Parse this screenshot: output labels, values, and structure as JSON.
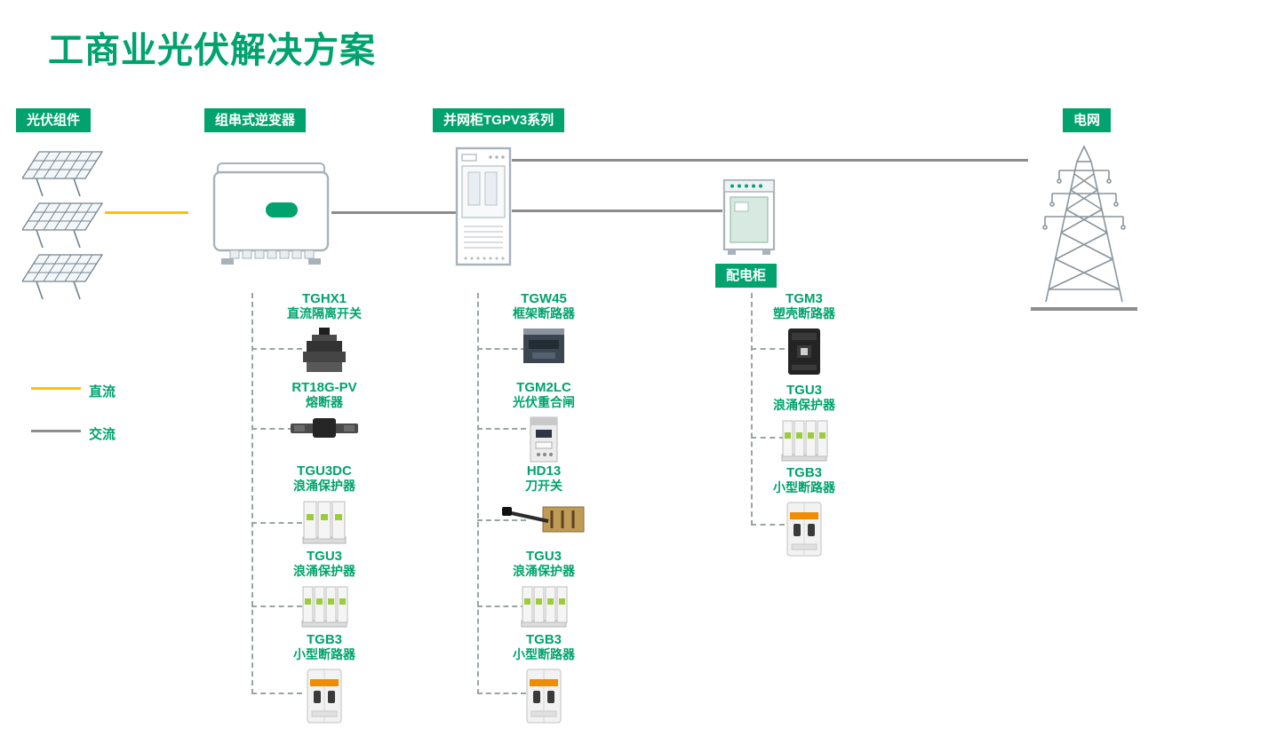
{
  "page": {
    "title": "工商业光伏解决方案"
  },
  "flow": {
    "pv_label": "光伏组件",
    "inverter_label": "组串式逆变器",
    "grid_cabinet_label": "并网柜TGPV3系列",
    "grid_label": "电网",
    "dist_cabinet_label": "配电柜"
  },
  "legend": {
    "dc_label": "直流",
    "ac_label": "交流"
  },
  "colors": {
    "accent": "#00A36D",
    "dc": "#FFC000",
    "ac": "#8C8C8C"
  },
  "columns": [
    {
      "name": "inverter-dc-components",
      "items": [
        {
          "model": "TGHX1",
          "desc": "直流隔离开关"
        },
        {
          "model": "RT18G-PV",
          "desc": "熔断器"
        },
        {
          "model": "TGU3DC",
          "desc": "浪涌保护器"
        },
        {
          "model": "TGU3",
          "desc": "浪涌保护器"
        },
        {
          "model": "TGB3",
          "desc": "小型断路器"
        }
      ]
    },
    {
      "name": "grid-cabinet-components",
      "items": [
        {
          "model": "TGW45",
          "desc": "框架断路器"
        },
        {
          "model": "TGM2LC",
          "desc": "光伏重合闸"
        },
        {
          "model": "HD13",
          "desc": "刀开关"
        },
        {
          "model": "TGU3",
          "desc": "浪涌保护器"
        },
        {
          "model": "TGB3",
          "desc": "小型断路器"
        }
      ]
    },
    {
      "name": "distribution-cabinet-components",
      "items": [
        {
          "model": "TGM3",
          "desc": "塑壳断路器"
        },
        {
          "model": "TGU3",
          "desc": "浪涌保护器"
        },
        {
          "model": "TGB3",
          "desc": "小型断路器"
        }
      ]
    }
  ]
}
